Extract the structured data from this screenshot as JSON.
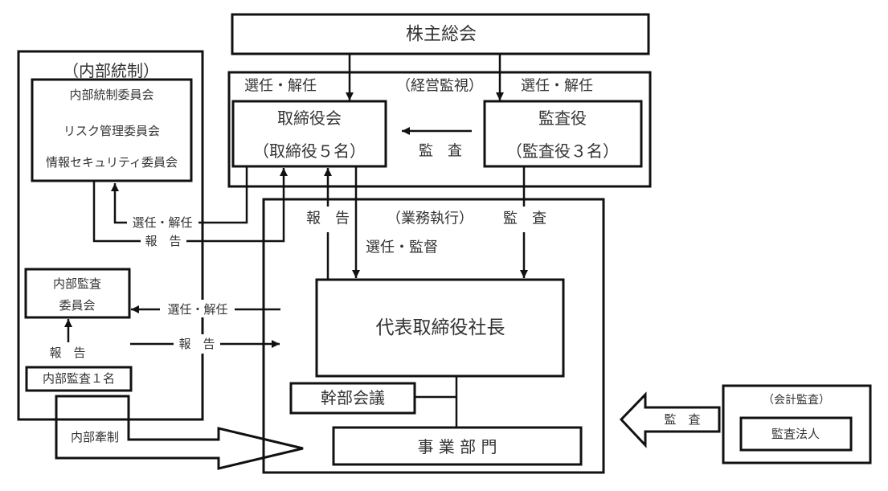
{
  "diagram": {
    "shareholders_meeting": "株主総会",
    "management_oversight": {
      "title": "（経営監視）",
      "appoint_dismiss_board": "選任・解任",
      "appoint_dismiss_auditors": "選任・解任",
      "board": {
        "name": "取締役会",
        "members": "（取締役５名）"
      },
      "auditors": {
        "name": "監査役",
        "members": "（監査役３名）"
      },
      "audit_label": "監　査"
    },
    "internal_control": {
      "title": "（内部統制）",
      "committees": [
        "内部統制委員会",
        "リスク管理委員会",
        "情報セキュリティ委員会"
      ],
      "appoint_dismiss": "選任・解任",
      "report": "報　告",
      "internal_audit_committee": [
        "内部監査",
        "委員会"
      ],
      "auditor_report": "報　告",
      "internal_auditor": "内部監査１名",
      "ceo_appoint_dismiss": "選任・解任",
      "ceo_report": "報　告"
    },
    "business_execution": {
      "title": "（業務執行）",
      "report": "報　告",
      "audit": "監　査",
      "appoint_supervise": "選任・監督",
      "ceo": "代表取締役社長",
      "executive_meeting": "幹部会議",
      "business_division": "事 業 部 門"
    },
    "internal_check": "内部牽制",
    "accounting_audit": {
      "title": "（会計監査）",
      "firm": "監査法人",
      "audit": "監　査"
    }
  }
}
